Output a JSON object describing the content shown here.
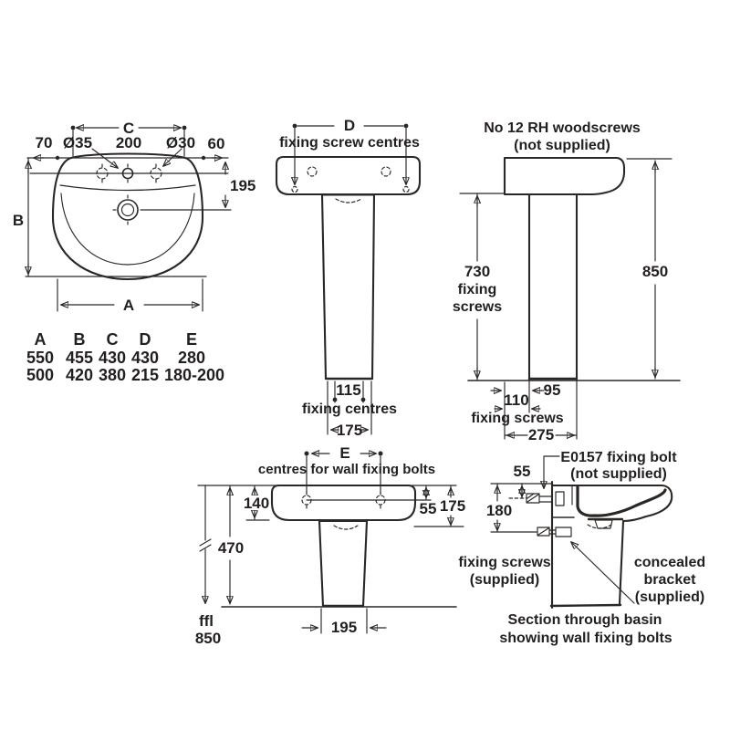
{
  "colors": {
    "ink": "#231f20",
    "background": "#ffffff"
  },
  "plan_view": {
    "dim_c": "C",
    "dim_70": "70",
    "hole_left_diameter": "Ø35",
    "dim_200": "200",
    "hole_right_diameter": "Ø30",
    "dim_60": "60",
    "dim_195": "195",
    "dim_b": "B",
    "dim_a": "A"
  },
  "size_table": {
    "headers": [
      "A",
      "B",
      "C",
      "D",
      "E"
    ],
    "rows": [
      [
        "550",
        "455",
        "430",
        "430",
        "280"
      ],
      [
        "500",
        "420",
        "380",
        "215",
        "180-200"
      ]
    ]
  },
  "front_view": {
    "dim_d": "D",
    "subtitle": "fixing screw centres",
    "dim_115": "115",
    "fixing_centres_label": "fixing centres",
    "dim_175": "175"
  },
  "side_view": {
    "note_line1": "No 12 RH woodscrews",
    "note_line2": "(not supplied)",
    "dim_730": "730",
    "fixing_word": "fixing",
    "screws_word": "screws",
    "dim_850": "850",
    "dim_95": "95",
    "dim_110": "110",
    "fixing_screws_label": "fixing screws",
    "dim_275": "275"
  },
  "wall_fixing_view": {
    "dim_e": "E",
    "subtitle": "centres for wall fixing bolts",
    "dim_140": "140",
    "dim_55": "55",
    "dim_175": "175",
    "dim_470": "470",
    "ffl_label": "ffl",
    "dim_850": "850",
    "dim_195": "195"
  },
  "section_view": {
    "bolt_note_line1": "E0157 fixing bolt",
    "bolt_note_line2": "(not supplied)",
    "dim_55": "55",
    "dim_180": "180",
    "fixing_screws_line1": "fixing screws",
    "fixing_screws_line2": "(supplied)",
    "bracket_line1": "concealed",
    "bracket_line2": "bracket",
    "bracket_line3": "(supplied)",
    "caption_line1": "Section through basin",
    "caption_line2": "showing wall fixing bolts"
  }
}
